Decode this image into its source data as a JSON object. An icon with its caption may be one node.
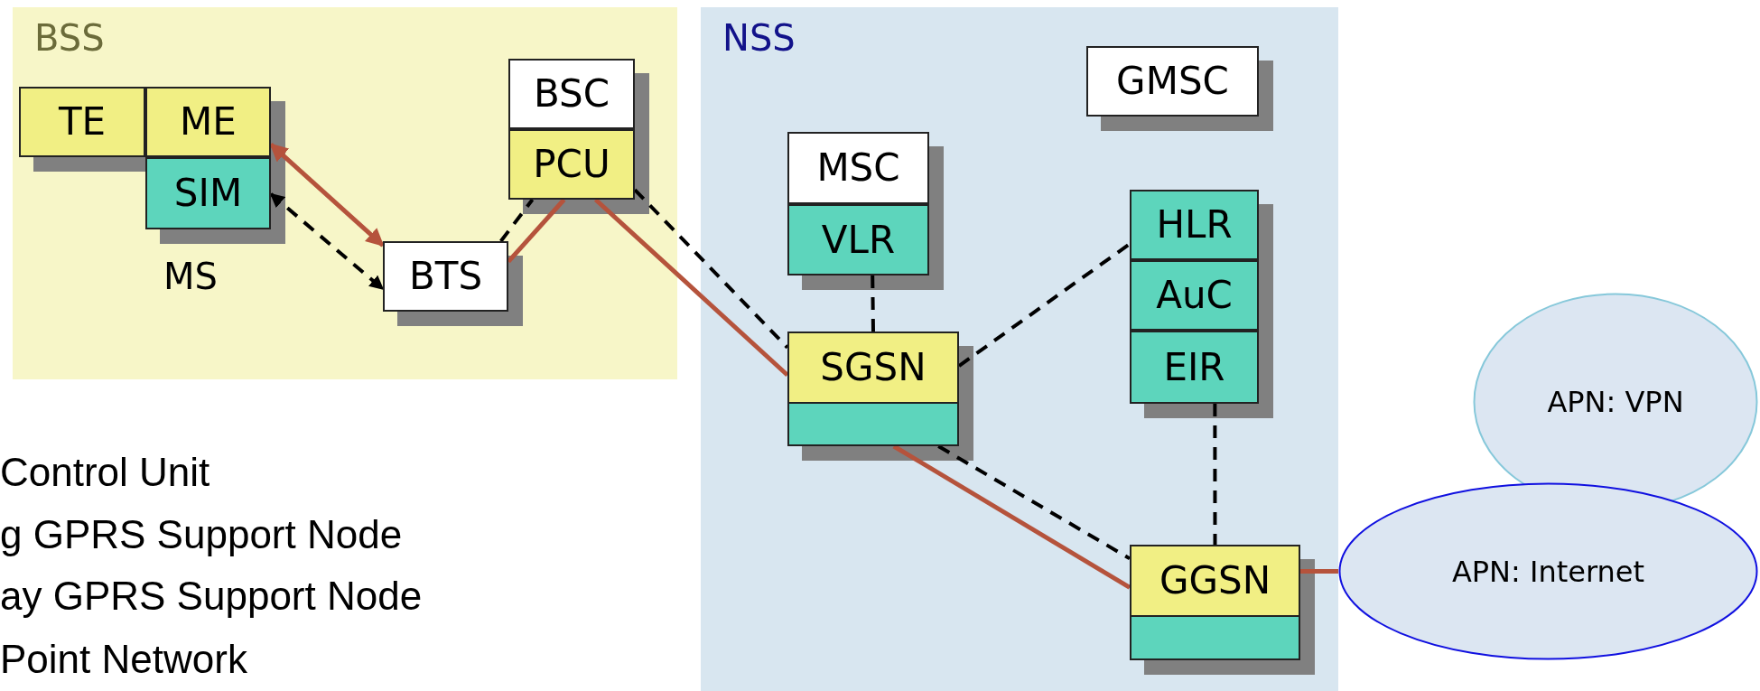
{
  "diagram": {
    "nodes": [
      {
        "text": [
          "BSS"
        ]
      },
      {
        "text": [
          "TE"
        ],
        "in": 0
      },
      {
        "text": [
          "ME"
        ],
        "in": 0
      },
      {
        "text": [
          "SIM"
        ],
        "in": 0,
        "beside": [
          "MS"
        ]
      },
      {
        "text": [
          "BSC"
        ],
        "in": 0
      },
      {
        "text": [
          "PCU"
        ],
        "in": 0
      },
      {
        "text": [
          "BTS"
        ],
        "in": 0
      },
      {
        "text": [
          "NSS"
        ]
      },
      {
        "text": [
          "GMSC"
        ],
        "in": 7
      },
      {
        "text": [
          "MSC"
        ],
        "in": 7
      },
      {
        "text": [
          "VLR"
        ],
        "in": 7
      },
      {
        "text": [
          "HLR"
        ],
        "in": 7
      },
      {
        "text": [
          "AuC"
        ],
        "in": 7
      },
      {
        "text": [
          "EIR"
        ],
        "in": 7
      },
      {
        "text": [
          "SGSN"
        ],
        "in": 7
      },
      {
        "text": [
          "GGSN"
        ],
        "in": 7
      },
      {
        "text": [
          "APN: VPN"
        ]
      },
      {
        "text": [
          "APN: Internet"
        ]
      },
      {
        "text": [],
        "shape": "box",
        "in": 14
      },
      {
        "text": [],
        "shape": "box",
        "in": 15
      }
    ],
    "edges": [
      {
        "from": 2,
        "to": 6,
        "arrow": "both",
        "color": "#b5533c"
      },
      {
        "from": 3,
        "to": 6,
        "arrow": "both",
        "style": "dashed"
      },
      {
        "from": 6,
        "to": 5,
        "arrow": "none",
        "style": "dashed"
      },
      {
        "from": 6,
        "to": 5,
        "arrow": "none",
        "color": "#b5533c"
      },
      {
        "from": 5,
        "to": 14,
        "arrow": "none",
        "color": "#b5533c"
      },
      {
        "from": 5,
        "to": 14,
        "arrow": "none",
        "style": "dashed"
      },
      {
        "from": 10,
        "to": 14,
        "arrow": "none",
        "style": "dashed"
      },
      {
        "from": 14,
        "to": 11,
        "arrow": "none",
        "style": "dashed"
      },
      {
        "from": 14,
        "to": 15,
        "arrow": "none",
        "color": "#b5533c"
      },
      {
        "from": 14,
        "to": 15,
        "arrow": "none",
        "style": "dashed"
      },
      {
        "from": 13,
        "to": 15,
        "arrow": "none",
        "style": "dashed"
      },
      {
        "from": 15,
        "to": 17,
        "arrow": "none",
        "color": "#b5533c"
      }
    ],
    "labels": [
      "Control Unit",
      "g GPRS Support Node",
      "ay GPRS Support Node",
      "Point Network"
    ]
  }
}
